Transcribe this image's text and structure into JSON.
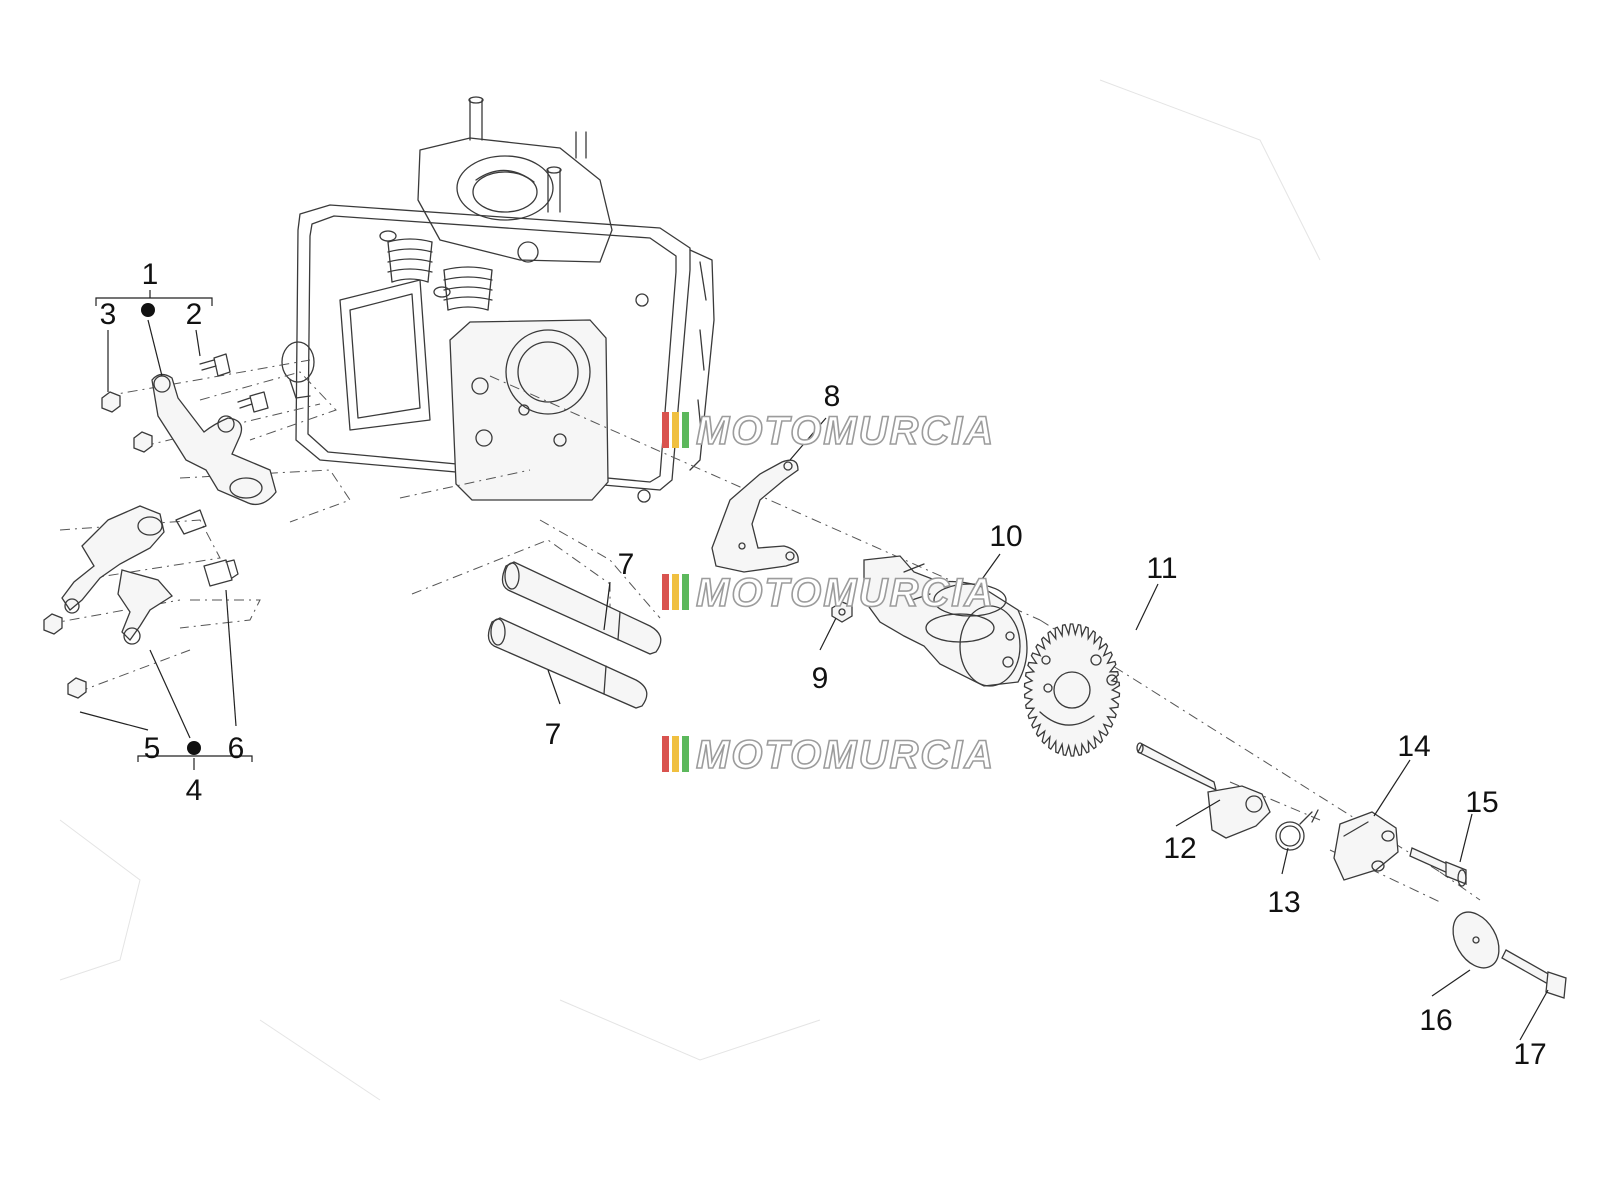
{
  "diagram": {
    "callouts": [
      "1",
      "2",
      "3",
      "4",
      "5",
      "6",
      "7",
      "7",
      "8",
      "9",
      "10",
      "11",
      "12",
      "13",
      "14",
      "15",
      "16",
      "17"
    ],
    "watermark": "MOTOMURCIA",
    "watermark_colors": [
      "#d9534f",
      "#f0c040",
      "#5cb85c"
    ]
  }
}
